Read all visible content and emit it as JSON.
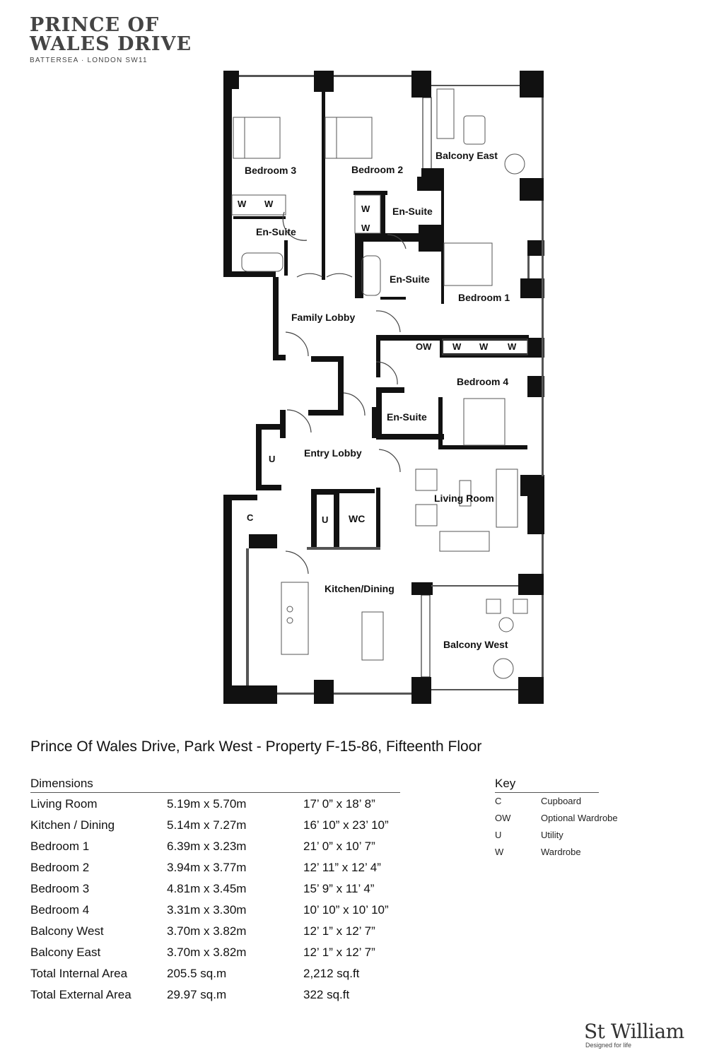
{
  "logo": {
    "line1": "PRINCE OF",
    "line2": "WALES DRIVE",
    "subtitle": "BATTERSEA · LONDON SW11"
  },
  "plan_labels": {
    "bedroom3": "Bedroom 3",
    "bedroom2": "Bedroom 2",
    "balcony_east": "Balcony East",
    "en_suite_b3": "En-Suite",
    "en_suite_b2": "En-Suite",
    "en_suite_b1": "En-Suite",
    "bedroom1": "Bedroom 1",
    "family_lobby": "Family Lobby",
    "bedroom4": "Bedroom 4",
    "en_suite_b4": "En-Suite",
    "entry_lobby": "Entry Lobby",
    "living_room": "Living Room",
    "wc": "WC",
    "kitchen_dining": "Kitchen/Dining",
    "balcony_west": "Balcony West",
    "ow": "OW",
    "w": "W",
    "u": "U",
    "c": "C"
  },
  "heading": "Prince Of Wales Drive, Park West - Property F-15-86, Fifteenth Floor",
  "dimensions": {
    "title": "Dimensions",
    "rows": [
      {
        "room": "Living Room",
        "metric": "5.19m x 5.70m",
        "imperial": "17’ 0” x 18’ 8”"
      },
      {
        "room": "Kitchen / Dining",
        "metric": "5.14m x 7.27m",
        "imperial": "16’ 10” x 23’ 10”"
      },
      {
        "room": "Bedroom 1",
        "metric": "6.39m x 3.23m",
        "imperial": "21’ 0” x 10’ 7”"
      },
      {
        "room": "Bedroom 2",
        "metric": "3.94m x 3.77m",
        "imperial": "12’ 11” x 12’ 4”"
      },
      {
        "room": "Bedroom 3",
        "metric": "4.81m x 3.45m",
        "imperial": "15’ 9” x 11’ 4”"
      },
      {
        "room": "Bedroom 4",
        "metric": "3.31m x 3.30m",
        "imperial": "10’ 10” x 10’ 10”"
      },
      {
        "room": "Balcony West",
        "metric": "3.70m x 3.82m",
        "imperial": "12’ 1” x 12’ 7”"
      },
      {
        "room": "Balcony East",
        "metric": "3.70m x 3.82m",
        "imperial": "12’ 1” x 12’ 7”"
      },
      {
        "room": "Total Internal Area",
        "metric": "205.5 sq.m",
        "imperial": "2,212 sq.ft"
      },
      {
        "room": "Total External Area",
        "metric": "29.97 sq.m",
        "imperial": "322 sq.ft"
      }
    ]
  },
  "key": {
    "title": "Key",
    "rows": [
      {
        "code": "C",
        "meaning": "Cupboard"
      },
      {
        "code": "OW",
        "meaning": "Optional Wardrobe"
      },
      {
        "code": "U",
        "meaning": "Utility"
      },
      {
        "code": "W",
        "meaning": "Wardrobe"
      }
    ]
  },
  "brand": {
    "name": "St William",
    "tagline": "Designed for life"
  }
}
